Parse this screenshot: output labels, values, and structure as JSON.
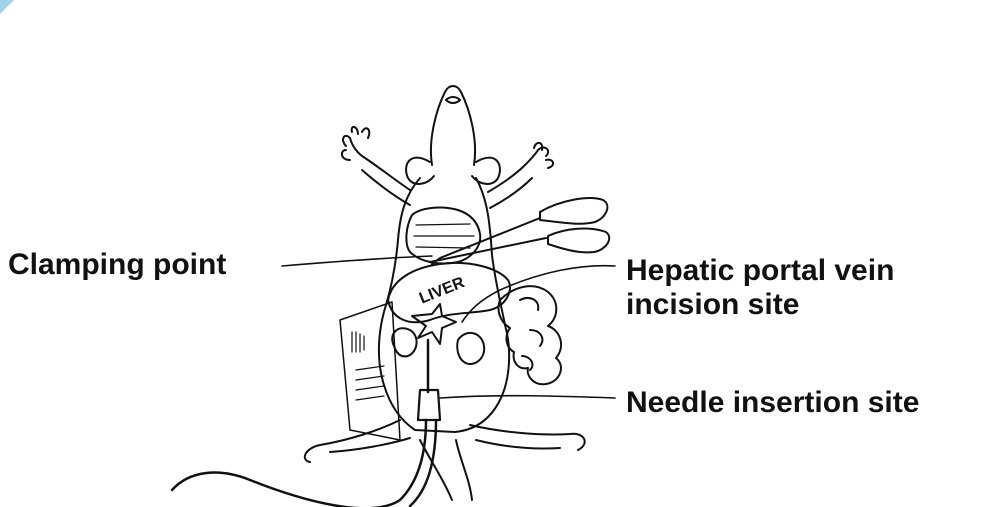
{
  "figure": {
    "labels": {
      "clamping_point": "Clamping point",
      "hepatic_portal_vein": "Hepatic portal vein incision site",
      "needle_insertion": "Needle insertion site"
    },
    "organ_labels": {
      "liver": "LIVER"
    },
    "colors": {
      "ink": "#111111",
      "background": "#ffffff",
      "corner_mark": "#9fd3ea"
    }
  }
}
